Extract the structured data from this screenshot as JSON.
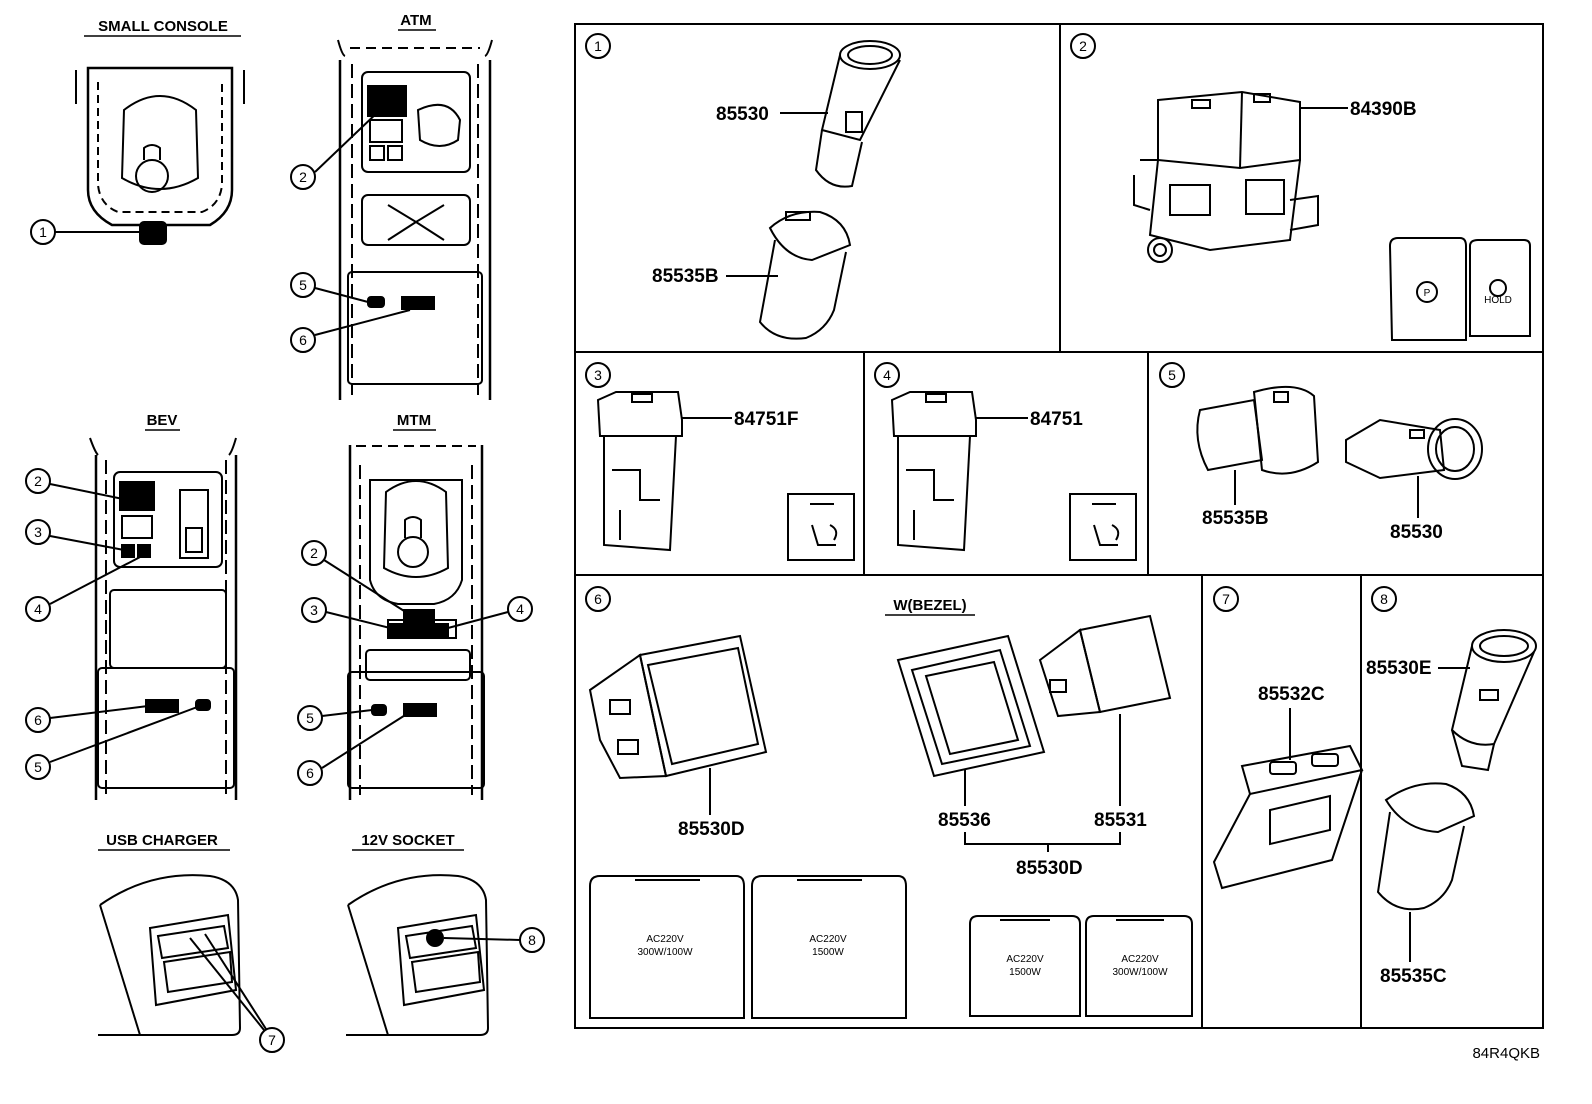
{
  "left_views": {
    "small_console": "SMALL CONSOLE",
    "atm": "ATM",
    "bev": "BEV",
    "mtm": "MTM",
    "usb_charger": "USB CHARGER",
    "socket_12v": "12V SOCKET"
  },
  "callouts": {
    "c1": "1",
    "c2": "2",
    "c3": "3",
    "c4": "4",
    "c5": "5",
    "c6": "6",
    "c7": "7",
    "c8": "8"
  },
  "panels": {
    "p1": {
      "num": "1",
      "parts": [
        "85530",
        "85535B"
      ]
    },
    "p2": {
      "num": "2",
      "parts": [
        "84390B"
      ],
      "button_hold": "HOLD"
    },
    "p3": {
      "num": "3",
      "parts": [
        "84751F"
      ]
    },
    "p4": {
      "num": "4",
      "parts": [
        "84751"
      ]
    },
    "p5": {
      "num": "5",
      "parts": [
        "85535B",
        "85530"
      ]
    },
    "p6": {
      "num": "6",
      "bezel_label": "W(BEZEL)",
      "parts": [
        "85530D",
        "85536",
        "85531",
        "85530D"
      ],
      "covers": [
        {
          "line1": "AC220V",
          "line2": "300W/100W"
        },
        {
          "line1": "AC220V",
          "line2": "1500W"
        },
        {
          "line1": "AC220V",
          "line2": "1500W"
        },
        {
          "line1": "AC220V",
          "line2": "300W/100W"
        }
      ]
    },
    "p7": {
      "num": "7",
      "parts": [
        "85532C"
      ]
    },
    "p8": {
      "num": "8",
      "parts": [
        "85530E",
        "85535C"
      ]
    }
  },
  "figure_ref": "84R4QKB"
}
